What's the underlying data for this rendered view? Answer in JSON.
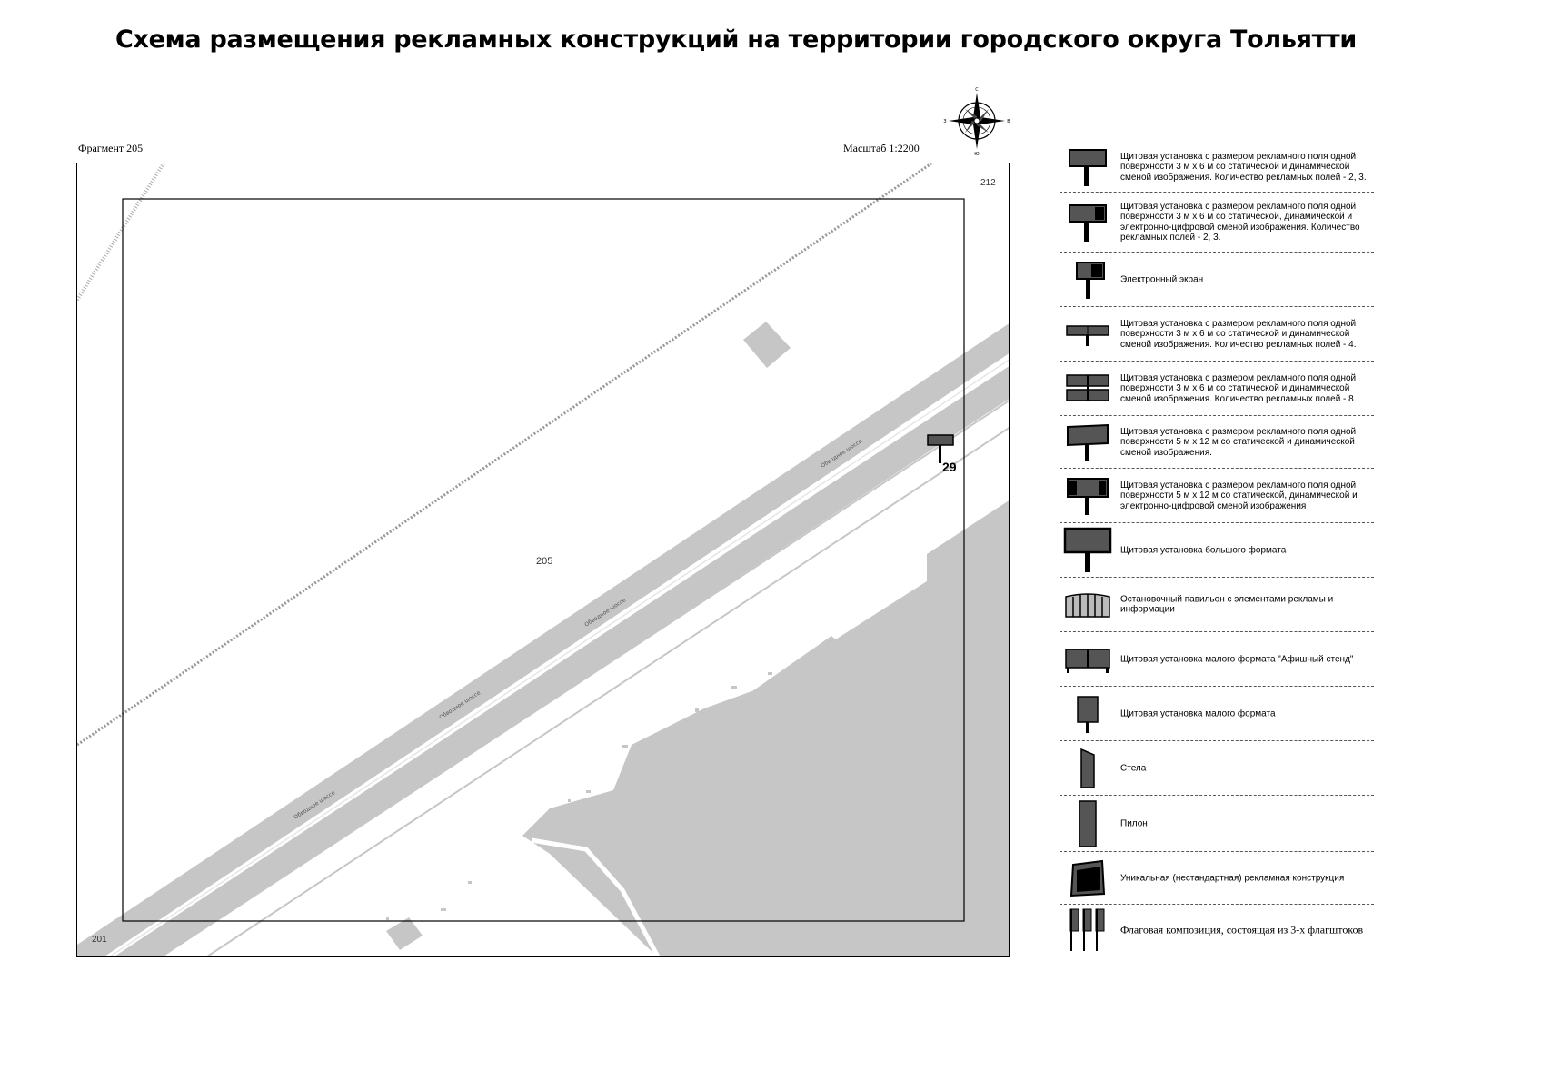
{
  "title": "Схема размещения рекламных конструкций на территории городского округа Тольятти",
  "fragment_label": "Фрагмент 205",
  "scale_label": "Масштаб 1:2200",
  "compass": {
    "n": "С",
    "s": "Ю",
    "w": "З",
    "e": "В"
  },
  "map": {
    "fragment_number": "205",
    "adjacent_fragments": {
      "top_right": "212",
      "bottom_left": "201"
    },
    "construction_marker": {
      "number": "29",
      "symbol": "billboard-3x6-static-dynamic"
    },
    "road_label": "Обводное шоссе"
  },
  "colors": {
    "map_fill": "#c6c6c6",
    "ink": "#000000",
    "road_edge": "#ffffff"
  },
  "legend": [
    {
      "symbol": "billboard-3x6-static-dynamic-icon",
      "text": "Щитовая установка с размером рекламного поля одной поверхности 3 м х 6 м со статической и динамической сменой изображения. Количество рекламных полей - 2, 3."
    },
    {
      "symbol": "billboard-3x6-digital-icon",
      "text": "Щитовая установка с размером рекламного поля одной поверхности 3 м х 6 м со статической, динамической и электронно-цифровой сменой изображения. Количество рекламных полей - 2, 3."
    },
    {
      "symbol": "electronic-screen-icon",
      "text": "Электронный экран"
    },
    {
      "symbol": "billboard-3x6-four-fields-icon",
      "text": "Щитовая установка с размером рекламного поля одной поверхности 3 м х 6 м со статической и динамической сменой изображения. Количество рекламных полей - 4."
    },
    {
      "symbol": "billboard-3x6-eight-fields-icon",
      "text": "Щитовая установка с размером рекламного поля одной поверхности 3 м х 6 м со статической и динамической сменой изображения. Количество рекламных полей - 8."
    },
    {
      "symbol": "billboard-5x12-static-dynamic-icon",
      "text": "Щитовая установка с размером рекламного поля одной поверхности 5 м х 12 м со статической и динамической сменой изображения."
    },
    {
      "symbol": "billboard-5x12-digital-icon",
      "text": "Щитовая установка с размером рекламного поля одной поверхности 5 м х 12 м со статической, динамической и электронно-цифровой сменой изображения"
    },
    {
      "symbol": "large-format-billboard-icon",
      "text": "Щитовая установка большого формата"
    },
    {
      "symbol": "bus-stop-pavilion-icon",
      "text": "Остановочный павильон с элементами рекламы и информации"
    },
    {
      "symbol": "poster-stand-icon",
      "text": "Щитовая установка малого формата \"Афишный стенд\""
    },
    {
      "symbol": "small-format-billboard-icon",
      "text": "Щитовая установка малого формата"
    },
    {
      "symbol": "stele-icon",
      "text": "Стела"
    },
    {
      "symbol": "pylon-icon",
      "text": "Пилон"
    },
    {
      "symbol": "unique-construction-icon",
      "text": "Уникальная (нестандартная) рекламная конструкция"
    },
    {
      "symbol": "flag-composition-icon",
      "text": "Флаговая композиция, состоящая из 3-х флагштоков"
    }
  ]
}
